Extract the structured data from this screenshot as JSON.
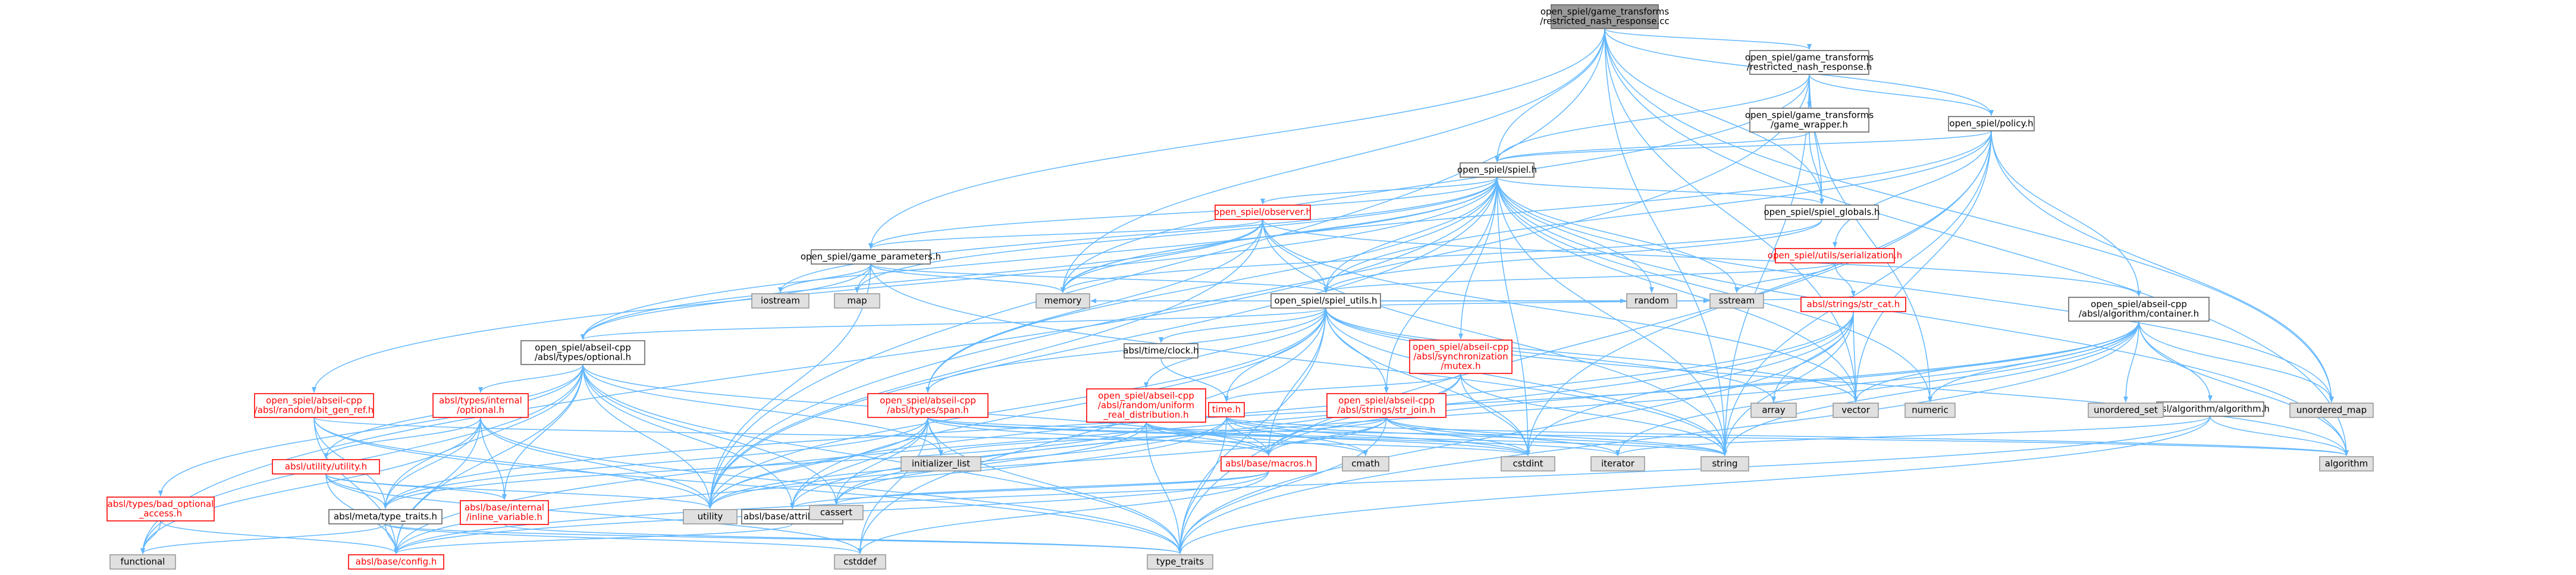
{
  "colors": {
    "edge": "#63b8ff",
    "root_fill": "#999999",
    "default_stroke": "#666666",
    "red_stroke": "#ff0000",
    "gray_fill": "#e0e0e0",
    "white_fill": "#ffffff",
    "text": "#000000",
    "red_text": "#ff0000"
  },
  "nodes": [
    {
      "id": "root",
      "style": "root",
      "lines": [
        "open_spiel/game_transforms",
        "/restricted_nash_response.cc"
      ]
    },
    {
      "id": "rnr",
      "style": "default",
      "lines": [
        "open_spiel/game_transforms",
        "/restricted_nash_response.h"
      ]
    },
    {
      "id": "gw",
      "style": "default",
      "lines": [
        "open_spiel/game_transforms",
        "/game_wrapper.h"
      ]
    },
    {
      "id": "policy",
      "style": "default",
      "lines": [
        "open_spiel/policy.h"
      ]
    },
    {
      "id": "spiel",
      "style": "default",
      "lines": [
        "open_spiel/spiel.h"
      ]
    },
    {
      "id": "globals",
      "style": "default",
      "lines": [
        "open_spiel/spiel_globals.h"
      ]
    },
    {
      "id": "observer",
      "style": "red",
      "lines": [
        "open_spiel/observer.h"
      ]
    },
    {
      "id": "gameparams",
      "style": "default",
      "lines": [
        "open_spiel/game_parameters.h"
      ]
    },
    {
      "id": "serialization",
      "style": "red",
      "lines": [
        "open_spiel/utils/serialization.h"
      ]
    },
    {
      "id": "spielutils",
      "style": "default",
      "lines": [
        "open_spiel/spiel_utils.h"
      ]
    },
    {
      "id": "container",
      "style": "default",
      "lines": [
        "open_spiel/abseil-cpp",
        "/absl/algorithm/container.h"
      ]
    },
    {
      "id": "optional",
      "style": "default",
      "lines": [
        "open_spiel/abseil-cpp",
        "/absl/types/optional.h"
      ]
    },
    {
      "id": "mutex",
      "style": "red",
      "lines": [
        "open_spiel/abseil-cpp",
        "/absl/synchronization",
        "/mutex.h"
      ]
    },
    {
      "id": "strcat",
      "style": "red",
      "lines": [
        "absl/strings/str_cat.h"
      ]
    },
    {
      "id": "clock",
      "style": "default",
      "lines": [
        "absl/time/clock.h"
      ]
    },
    {
      "id": "algorithmh",
      "style": "default",
      "lines": [
        "absl/algorithm/algorithm.h"
      ]
    },
    {
      "id": "bitgen",
      "style": "red",
      "lines": [
        "open_spiel/abseil-cpp",
        "/absl/random/bit_gen_ref.h"
      ]
    },
    {
      "id": "intoptional",
      "style": "red",
      "lines": [
        "absl/types/internal",
        "/optional.h"
      ]
    },
    {
      "id": "span",
      "style": "red",
      "lines": [
        "open_spiel/abseil-cpp",
        "/absl/types/span.h"
      ]
    },
    {
      "id": "uniform",
      "style": "red",
      "lines": [
        "open_spiel/abseil-cpp",
        "/absl/random/uniform",
        "_real_distribution.h"
      ]
    },
    {
      "id": "strjoin",
      "style": "red",
      "lines": [
        "open_spiel/abseil-cpp",
        "/absl/strings/str_join.h"
      ]
    },
    {
      "id": "timeh",
      "style": "red",
      "lines": [
        "time.h"
      ]
    },
    {
      "id": "macros",
      "style": "red",
      "lines": [
        "absl/base/macros.h"
      ]
    },
    {
      "id": "utility",
      "style": "red",
      "lines": [
        "absl/utility/utility.h"
      ]
    },
    {
      "id": "badopt",
      "style": "red",
      "lines": [
        "absl/types/bad_optional",
        "_access.h"
      ]
    },
    {
      "id": "typetraits",
      "style": "default",
      "lines": [
        "absl/meta/type_traits.h"
      ]
    },
    {
      "id": "inlinevar",
      "style": "red",
      "lines": [
        "absl/base/internal",
        "/inline_variable.h"
      ]
    },
    {
      "id": "attributes",
      "style": "default",
      "lines": [
        "absl/base/attributes.h"
      ]
    },
    {
      "id": "config",
      "style": "red",
      "lines": [
        "absl/base/config.h"
      ]
    },
    {
      "id": "memory",
      "style": "gray",
      "lines": [
        "memory"
      ]
    },
    {
      "id": "iostream",
      "style": "gray",
      "lines": [
        "iostream"
      ]
    },
    {
      "id": "map",
      "style": "gray",
      "lines": [
        "map"
      ]
    },
    {
      "id": "random",
      "style": "gray",
      "lines": [
        "random"
      ]
    },
    {
      "id": "sstream",
      "style": "gray",
      "lines": [
        "sstream"
      ]
    },
    {
      "id": "array",
      "style": "gray",
      "lines": [
        "array"
      ]
    },
    {
      "id": "vector",
      "style": "gray",
      "lines": [
        "vector"
      ]
    },
    {
      "id": "numeric",
      "style": "gray",
      "lines": [
        "numeric"
      ]
    },
    {
      "id": "unordered_set",
      "style": "gray",
      "lines": [
        "unordered_set"
      ]
    },
    {
      "id": "unordered_map",
      "style": "gray",
      "lines": [
        "unordered_map"
      ]
    },
    {
      "id": "algorithm",
      "style": "gray",
      "lines": [
        "algorithm"
      ]
    },
    {
      "id": "string",
      "style": "gray",
      "lines": [
        "string"
      ]
    },
    {
      "id": "iterator",
      "style": "gray",
      "lines": [
        "iterator"
      ]
    },
    {
      "id": "cstdint",
      "style": "gray",
      "lines": [
        "cstdint"
      ]
    },
    {
      "id": "cmath",
      "style": "gray",
      "lines": [
        "cmath"
      ]
    },
    {
      "id": "initializer_list",
      "style": "gray",
      "lines": [
        "initializer_list"
      ]
    },
    {
      "id": "cassert",
      "style": "gray",
      "lines": [
        "cassert"
      ]
    },
    {
      "id": "utilitystd",
      "style": "gray",
      "lines": [
        "utility"
      ]
    },
    {
      "id": "functional",
      "style": "gray",
      "lines": [
        "functional"
      ]
    },
    {
      "id": "cstddef",
      "style": "gray",
      "lines": [
        "cstddef"
      ]
    },
    {
      "id": "type_traits",
      "style": "gray",
      "lines": [
        "type_traits"
      ]
    }
  ]
}
